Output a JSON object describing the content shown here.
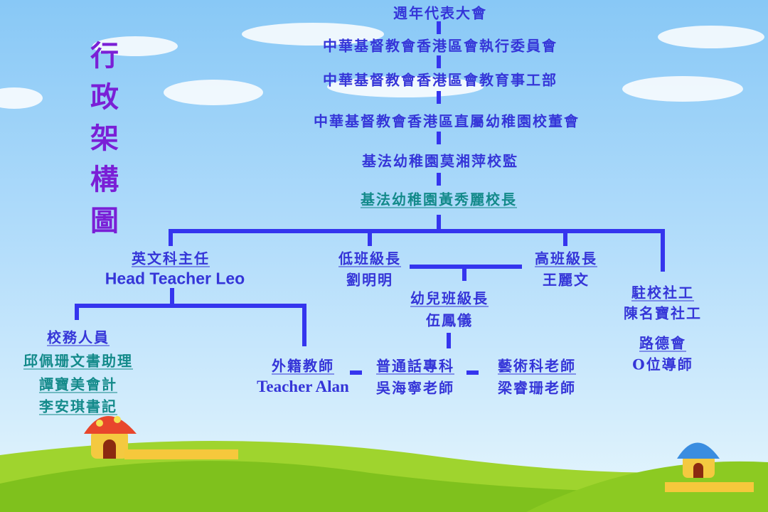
{
  "title": "行政架構圖",
  "top_chain": [
    "週年代表大會",
    "中華基督教會香港區會執行委員會",
    "中華基督教會香港區會教育事工部",
    "中華基督教會香港區直屬幼稚園校董會",
    "基法幼稚園莫湘萍校監",
    "基法幼稚園黃秀麗校長"
  ],
  "english_head": {
    "role": "英文科主任",
    "name": "Head Teacher Leo"
  },
  "k1_head": {
    "role": "低班級長",
    "name": "劉明明"
  },
  "k3_head": {
    "role": "高班級長",
    "name": "王麗文"
  },
  "nursery_head": {
    "role": "幼兒班級長",
    "name": "伍鳳儀"
  },
  "social_worker": {
    "role": "駐校社工",
    "name": "陳名寶社工",
    "org": "路德會",
    "mentor": "O位導師"
  },
  "school_staff": {
    "role": "校務人員",
    "members": [
      "邱佩珊文書助理",
      "譚寶美會計",
      "李安琪書記"
    ]
  },
  "foreign_teacher": {
    "role": "外籍教師",
    "name": "Teacher Alan"
  },
  "putonghua": {
    "role": "普通話專科",
    "name": "吳海寧老師"
  },
  "art": {
    "role": "藝術科老師",
    "name": "梁睿珊老師"
  },
  "colors": {
    "text": "#3535d8",
    "teal": "#138a8a",
    "title": "#7a1fd6",
    "line": "#3535ee"
  }
}
